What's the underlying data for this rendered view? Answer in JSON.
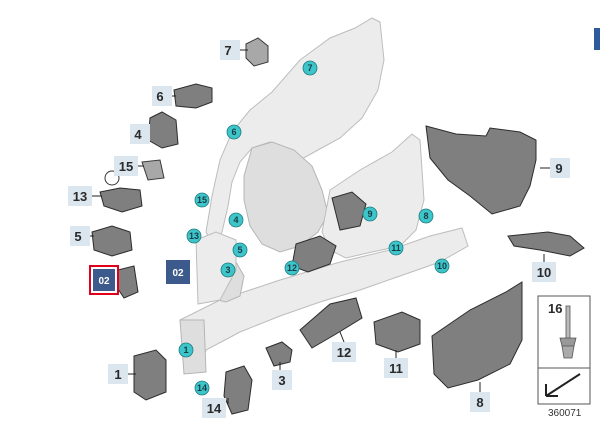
{
  "diagram_number": "360071",
  "selected_item": "02",
  "accent_colors": {
    "dot_fill": "#3dc5c9",
    "label_box": "#dbe6ef",
    "selected_box_border": "#e0001b",
    "selected_box_fill": "#3d5a8c",
    "sidebar_edge": "#2e5c9a"
  },
  "callouts": [
    "1",
    "3",
    "4",
    "5",
    "6",
    "7",
    "8",
    "9",
    "10",
    "11",
    "12",
    "13",
    "14",
    "15",
    "16"
  ],
  "dots": [
    "1",
    "3",
    "4",
    "5",
    "6",
    "7",
    "9",
    "8",
    "10",
    "11",
    "12",
    "13",
    "14",
    "15"
  ],
  "small_part_16_label": "16",
  "o2_labels": [
    "02",
    "02"
  ]
}
